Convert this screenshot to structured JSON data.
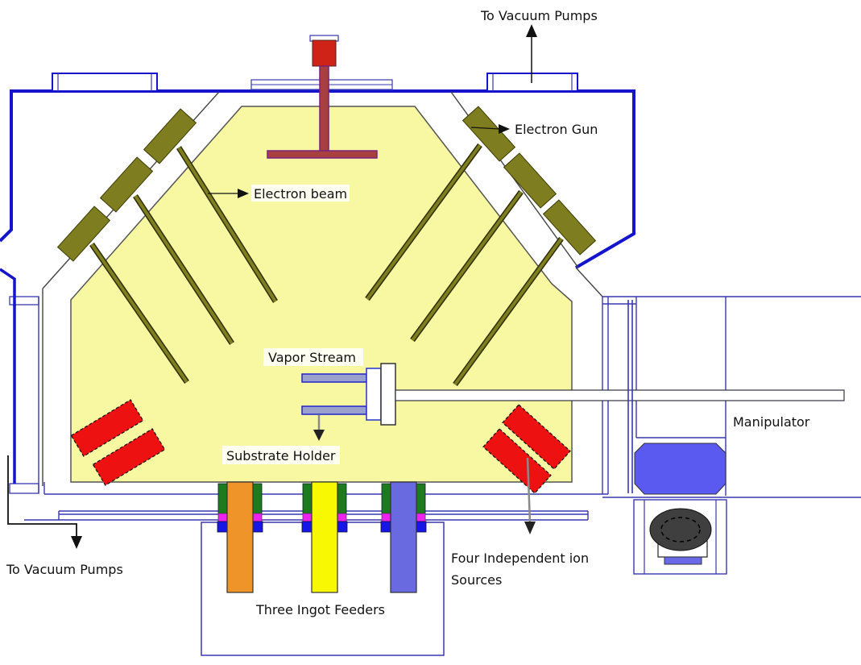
{
  "annotations": {
    "vacuum_top": "To Vacuum Pumps",
    "electron_gun": "Electron Gun",
    "electron_beam": "Electron beam",
    "vapor_stream": "Vapor Stream",
    "substrate_holder": "Substrate Holder",
    "manipulator": "Manipulator",
    "ion_sources_line1": "Four Independent ion",
    "ion_sources_line2": "Sources",
    "ingot_feeders": "Three Ingot Feeders",
    "vacuum_bottom": "To Vacuum Pumps"
  },
  "colors": {
    "chamber_outline": "#1414cc",
    "structure_line": "#3838b0",
    "interior_fill": "#f8f8a2",
    "gun_fill": "#7e7e20",
    "beam_fill": "#7e7e20",
    "ion_source_fill": "#ee1111",
    "shaft_fill": "#a84040",
    "shaft_stroke": "#7a2080",
    "shaft_cap_fill": "#cf2318",
    "ingot_orange": "#ef9428",
    "ingot_yellow": "#f8f802",
    "ingot_blue": "#6a6ae0",
    "collar_green": "#1e7a1e",
    "collar_magenta": "#ee22ee",
    "collar_blue": "#1616e6",
    "holder_prong": "#9aa0cc",
    "drive_box_fill": "#5a5af0",
    "wheel_fill": "#3f3f3f",
    "support_bar": "#6a6ae8"
  }
}
